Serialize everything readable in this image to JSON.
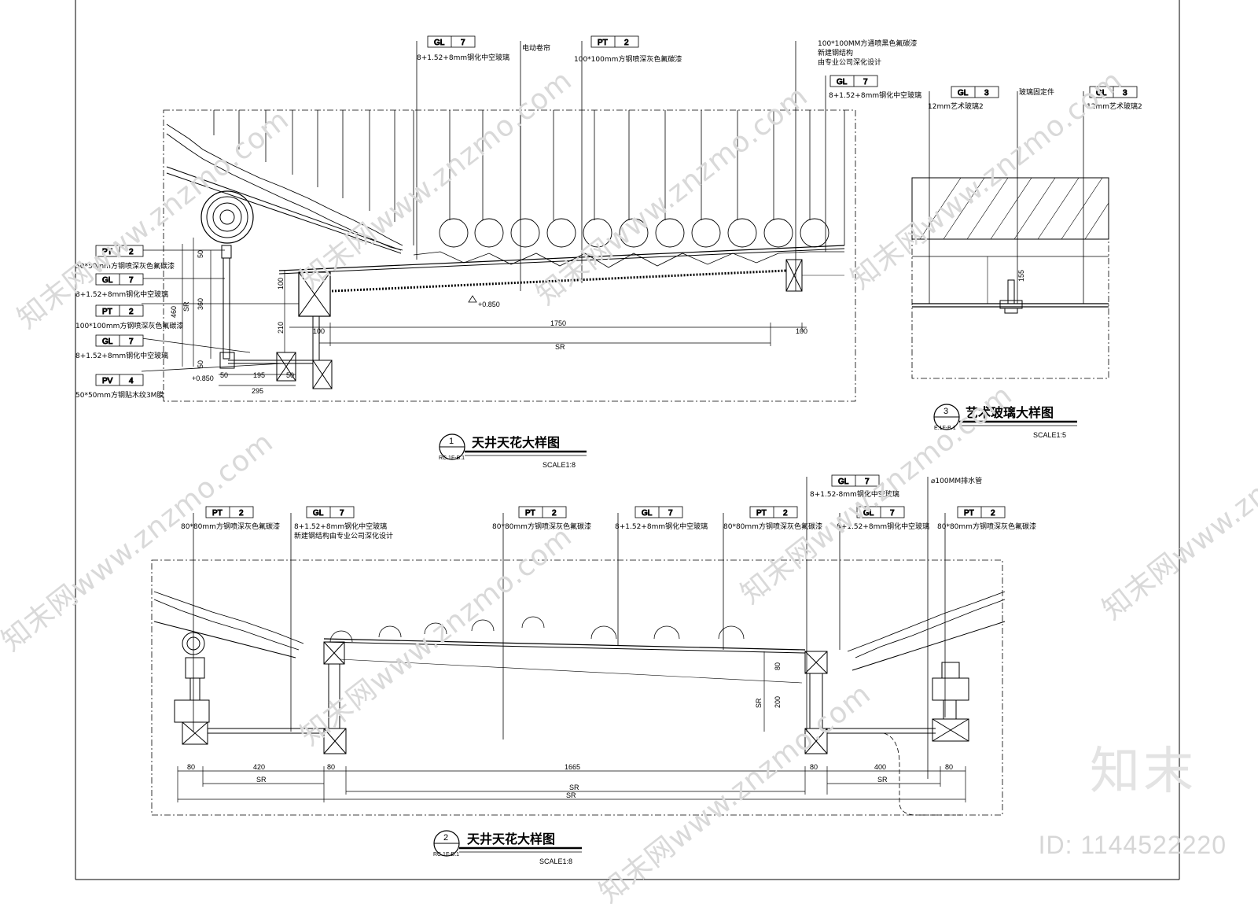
{
  "drawings": {
    "d1": {
      "number": "1",
      "ref": "RC.1F-B.1",
      "title": "天井天花大样图",
      "scale": "SCALE1:8"
    },
    "d2": {
      "number": "2",
      "ref": "RC.1F-B.1",
      "title": "天井天花大样图",
      "scale": "SCALE1:8"
    },
    "d3": {
      "number": "3",
      "ref": "E.1F-B.1",
      "title": "艺术玻璃大样图",
      "scale": "SCALE1:5"
    }
  },
  "d1_tags": {
    "top_gl7": {
      "code": "GL",
      "num": "7",
      "note": "8+1.52+8mm钢化中空玻璃"
    },
    "top_curtain": {
      "note": "电动卷帘"
    },
    "top_pt2": {
      "code": "PT",
      "num": "2",
      "note": "100*100mm方钢喷深灰色氟碳漆"
    },
    "top_right_note1": "100*100MM方通喷黑色氟碳漆",
    "top_right_note2": "新建钢结构",
    "top_right_note3": "由专业公司深化设计",
    "top_right_gl7": {
      "code": "GL",
      "num": "7",
      "note": "8+1.52+8mm钢化中空玻璃"
    },
    "left_pt2_a": {
      "code": "PT",
      "num": "2",
      "note": "50*50mm方钢喷深灰色氟碳漆"
    },
    "left_gl7_a": {
      "code": "GL",
      "num": "7",
      "note": "8+1.52+8mm钢化中空玻璃"
    },
    "left_pt2_b": {
      "code": "PT",
      "num": "2",
      "note": "100*100mm方钢喷深灰色氟碳漆"
    },
    "left_gl7_b": {
      "code": "GL",
      "num": "7",
      "note": "8+1.52+8mm钢化中空玻璃"
    },
    "left_pv4": {
      "code": "PV",
      "num": "4",
      "note": "50*50mm方钢贴木纹3M膜"
    }
  },
  "d1_dims": {
    "level": "+0.850",
    "level2": "+0.850",
    "d1750": "1750",
    "d100a": "100",
    "d100b": "100",
    "sr": "SR",
    "v100": "100",
    "v210": "210",
    "v460": "460",
    "v360": "360",
    "v50a": "50",
    "v50b": "50",
    "vsr": "SR",
    "h50a": "50",
    "h195": "195",
    "h50b": "50",
    "h295": "295"
  },
  "d3_tags": {
    "left_gl3": {
      "code": "GL",
      "num": "3",
      "note": "12mm艺术玻璃2"
    },
    "fixing": "玻璃固定件",
    "right_gl3": {
      "code": "GL",
      "num": "3",
      "note": "12mm艺术玻璃2"
    },
    "dim155": "155"
  },
  "d2_tags": {
    "t1": {
      "code": "PT",
      "num": "2",
      "note": "80*80mm方钢喷深灰色氟碳漆"
    },
    "t2": {
      "code": "GL",
      "num": "7",
      "note": "8+1.52+8mm钢化中空玻璃",
      "note2": "新建钢结构由专业公司深化设计"
    },
    "t3": {
      "code": "PT",
      "num": "2",
      "note": "80*80mm方钢喷深灰色氟碳漆"
    },
    "t4": {
      "code": "GL",
      "num": "7",
      "note": "8+1.52+8mm钢化中空玻璃"
    },
    "t5": {
      "code": "PT",
      "num": "2",
      "note": "80*80mm方钢喷深灰色氟碳漆"
    },
    "t6": {
      "code": "GL",
      "num": "7",
      "note": "8+1.52+8mm钢化中空玻璃"
    },
    "t7": {
      "code": "GL",
      "num": "7",
      "note": "8+1.52-8mm钢化中空玻璃"
    },
    "t8": {
      "code": "PT",
      "num": "2",
      "note": "80*80mm方钢喷深灰色氟碳漆"
    },
    "drain": "⌀100MM排水管"
  },
  "d2_dims": {
    "a80": "80",
    "a420": "420",
    "a80b": "80",
    "a1665": "1665",
    "a80c": "80",
    "a400": "400",
    "a80d": "80",
    "sr1": "SR",
    "sr2": "SR",
    "sr3": "SR",
    "srall": "SR",
    "v80": "80",
    "v200": "200",
    "vsr": "SR"
  },
  "watermark": "知末网www.znzmo.com",
  "brand": "知末",
  "image_id": "ID: 1144522220"
}
